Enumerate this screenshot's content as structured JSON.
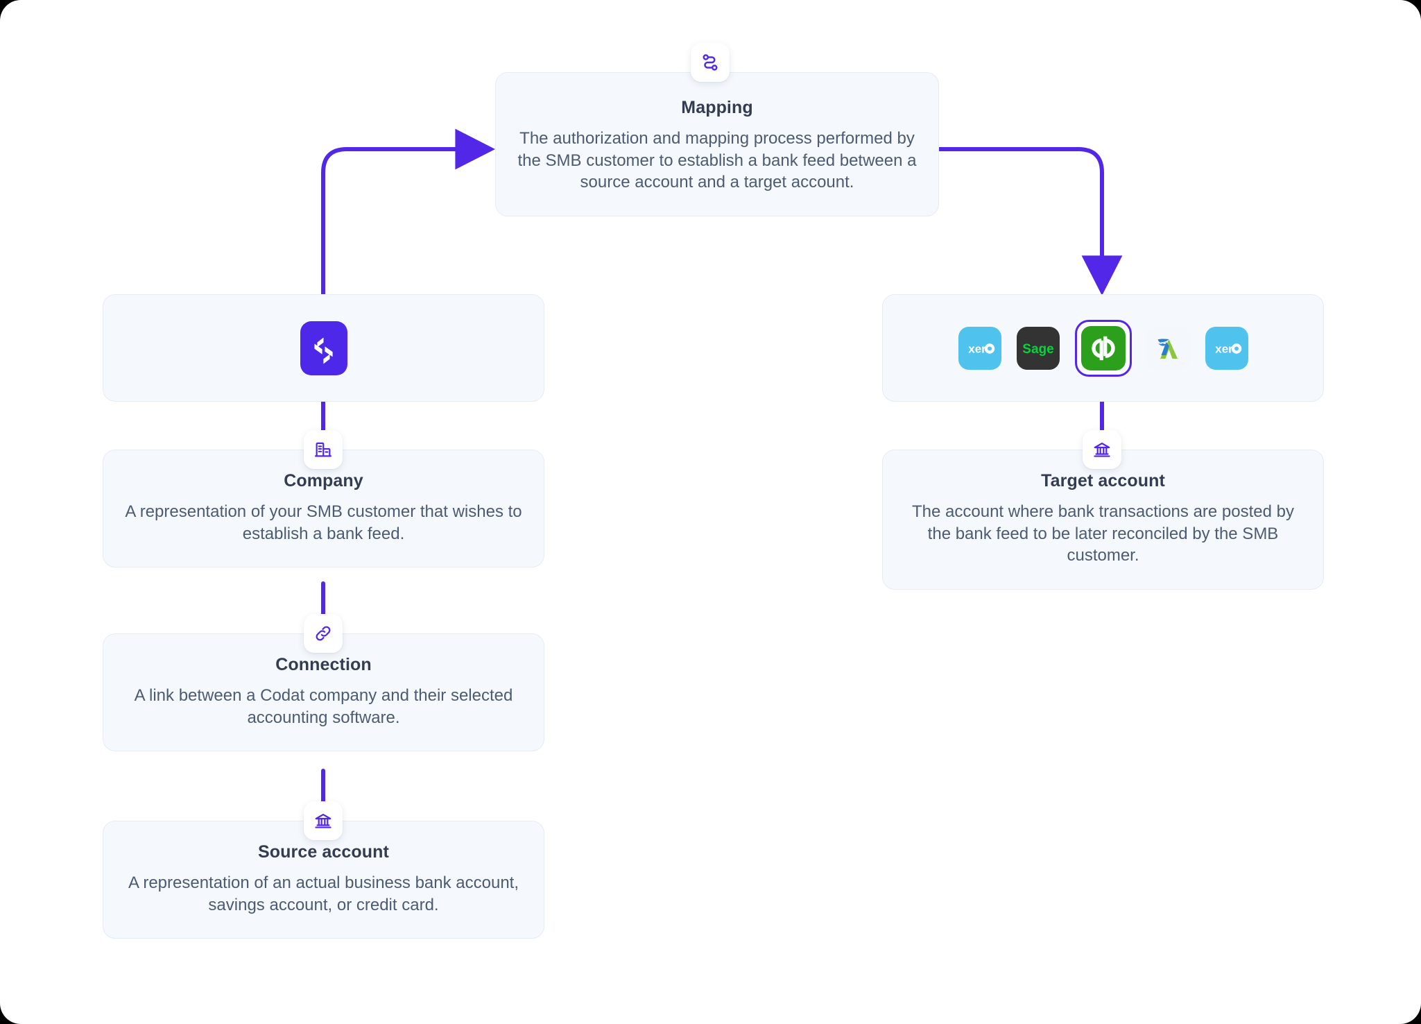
{
  "theme": {
    "accent": "#5227e8",
    "card_bg": "#f5f8fc",
    "card_border": "#e6ecf4",
    "title_color": "#333c50",
    "body_color": "#4d5b72",
    "canvas_bg": "#ffffff"
  },
  "nodes": {
    "mapping": {
      "title": "Mapping",
      "desc": "The authorization and mapping process performed by the SMB customer to establish a bank feed between a source account and a target account.",
      "icon": "route-icon"
    },
    "codat": {
      "icon": "codat-logo",
      "label": "Codat"
    },
    "company": {
      "title": "Company",
      "desc": "A representation of your SMB customer that wishes to establish a bank feed.",
      "icon": "building-icon"
    },
    "connection": {
      "title": "Connection",
      "desc": "A link between a Codat company and their selected accounting software.",
      "icon": "link-icon"
    },
    "source_account": {
      "title": "Source account",
      "desc": "A representation of an actual business bank account, savings account, or credit card.",
      "icon": "bank-icon"
    },
    "target_account": {
      "title": "Target account",
      "desc": "The account where bank transactions are posted by the bank feed to be later reconciled by the SMB customer.",
      "icon": "bank-icon"
    }
  },
  "software_tiles": [
    {
      "name": "Xero",
      "label": "xero",
      "style": "xero",
      "selected": false
    },
    {
      "name": "Sage",
      "label": "Sage",
      "style": "sage",
      "selected": false
    },
    {
      "name": "QuickBooks",
      "label": "qb",
      "style": "quickbooks",
      "selected": true
    },
    {
      "name": "FreeAgent",
      "label": "A",
      "style": "freeagent",
      "selected": false
    },
    {
      "name": "Xero",
      "label": "xero",
      "style": "xero",
      "selected": false
    }
  ],
  "connectors": [
    {
      "name": "codat-to-mapping",
      "from": "codat",
      "to": "mapping",
      "arrow": true
    },
    {
      "name": "mapping-to-software",
      "from": "mapping",
      "to": "software-shelf",
      "arrow": true
    },
    {
      "name": "codat-to-company",
      "from": "codat",
      "to": "company",
      "arrow": false
    },
    {
      "name": "company-to-connection",
      "from": "company",
      "to": "connection",
      "arrow": false
    },
    {
      "name": "connection-to-source-account",
      "from": "connection",
      "to": "source_account",
      "arrow": false
    },
    {
      "name": "software-to-target-account",
      "from": "software-shelf",
      "to": "target_account",
      "arrow": false
    }
  ]
}
